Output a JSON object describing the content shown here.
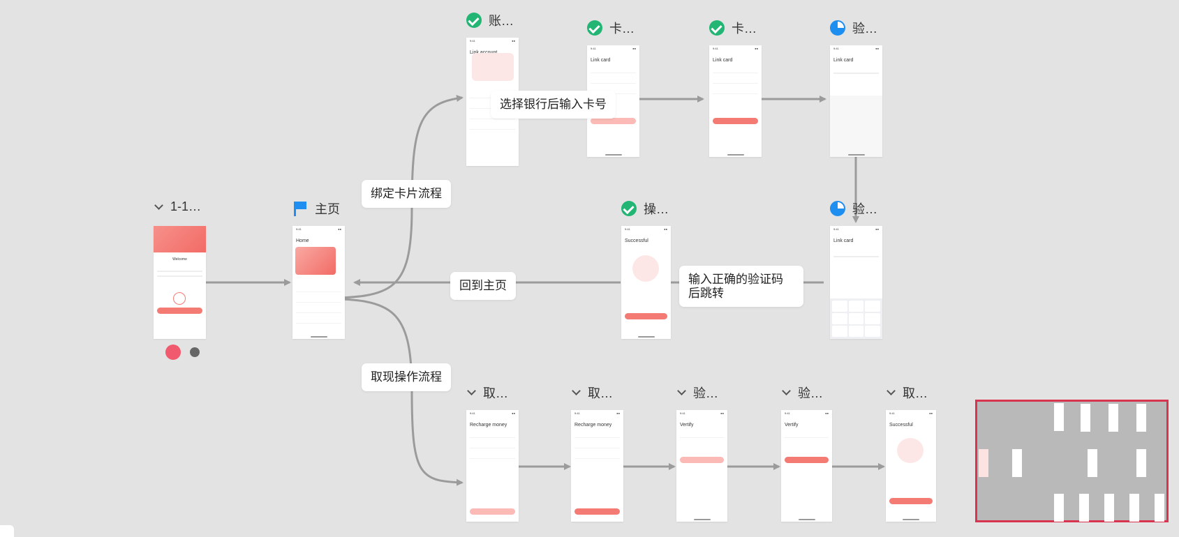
{
  "nodes": [
    {
      "id": "login",
      "title": "1-1…",
      "icon": "chevron",
      "screen": "login",
      "screen_text": {
        "welcome": "Welcome"
      }
    },
    {
      "id": "home",
      "title": "主页",
      "icon": "flag",
      "screen": "home",
      "screen_text": {
        "title": "Home"
      }
    },
    {
      "id": "account",
      "title": "账…",
      "icon": "check",
      "screen": "link-account",
      "screen_text": {
        "title": "Link account"
      }
    },
    {
      "id": "card1",
      "title": "卡…",
      "icon": "check",
      "screen": "link-card",
      "screen_text": {
        "title": "Link card"
      }
    },
    {
      "id": "card2",
      "title": "卡…",
      "icon": "check",
      "screen": "link-card",
      "screen_text": {
        "title": "Link card"
      }
    },
    {
      "id": "verify1",
      "title": "验…",
      "icon": "pie",
      "screen": "link-card-otp",
      "screen_text": {
        "title": "Link card"
      }
    },
    {
      "id": "success",
      "title": "操…",
      "icon": "check",
      "screen": "successful",
      "screen_text": {
        "title": "Successful"
      }
    },
    {
      "id": "verify2",
      "title": "验…",
      "icon": "pie",
      "screen": "link-card-keypad",
      "screen_text": {
        "title": "Link card"
      }
    },
    {
      "id": "withdraw1",
      "title": "取…",
      "icon": "chevron",
      "screen": "recharge",
      "screen_text": {
        "title": "Recharge money"
      }
    },
    {
      "id": "withdraw2",
      "title": "取…",
      "icon": "chevron",
      "screen": "recharge",
      "screen_text": {
        "title": "Recharge money"
      }
    },
    {
      "id": "vertify1",
      "title": "验…",
      "icon": "chevron",
      "screen": "vertify",
      "screen_text": {
        "title": "Vertify"
      }
    },
    {
      "id": "vertify2",
      "title": "验…",
      "icon": "chevron",
      "screen": "vertify",
      "screen_text": {
        "title": "Vertify"
      }
    },
    {
      "id": "withdraw-success",
      "title": "取…",
      "icon": "chevron",
      "screen": "successful-2",
      "screen_text": {
        "title": "Successful"
      }
    }
  ],
  "edge_labels": {
    "select_bank": "选择银行后输入卡号",
    "bind_card_flow": "绑定卡片流程",
    "back_home": "回到主页",
    "correct_code": "输入正确的验证码后跳转",
    "withdraw_flow": "取现操作流程"
  },
  "colors": {
    "check": "#22b573",
    "progress": "#1f8ef1",
    "accent": "#f47a74",
    "edge": "#9b9b9b",
    "minimap_border": "#d8334f"
  }
}
